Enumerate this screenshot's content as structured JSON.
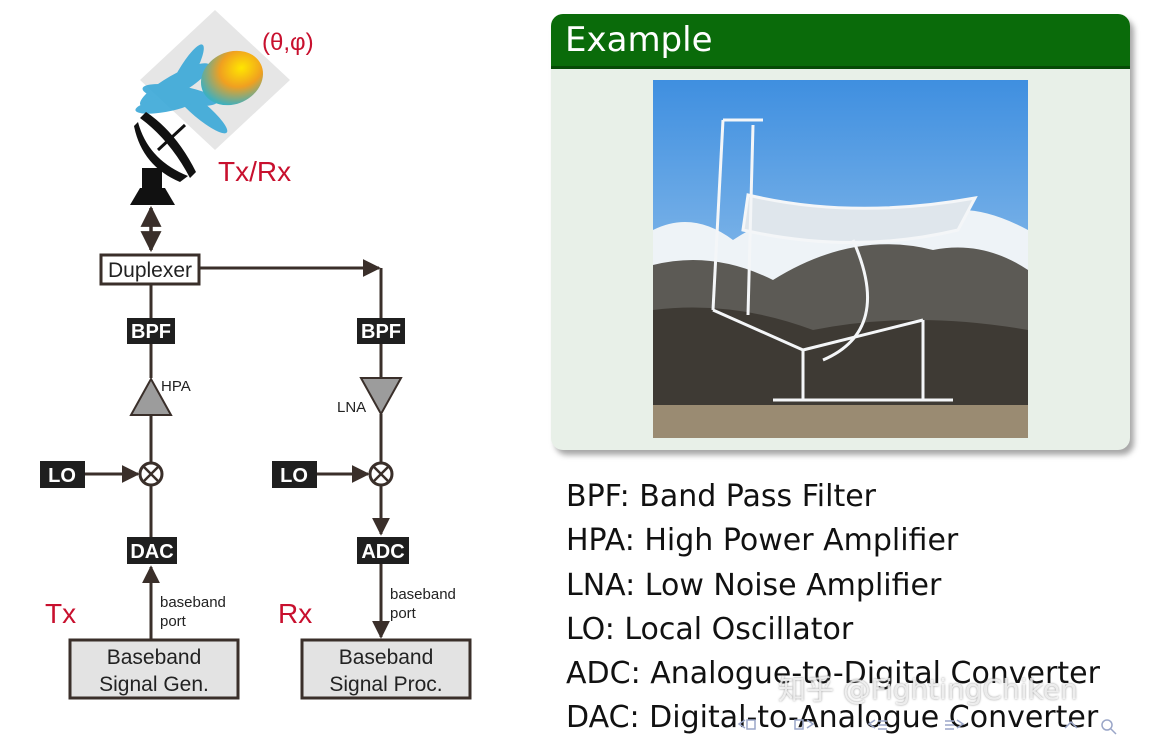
{
  "diagram": {
    "antenna_label": "Tx/Rx",
    "beam_label": "(θ,φ)",
    "duplexer": "Duplexer",
    "tx": {
      "bpf": "BPF",
      "amp": "HPA",
      "lo": "LO",
      "converter": "DAC",
      "port_line1": "baseband",
      "port_line2": "port",
      "side_label": "Tx",
      "box_line1": "Baseband",
      "box_line2": "Signal Gen."
    },
    "rx": {
      "bpf": "BPF",
      "amp": "LNA",
      "lo": "LO",
      "converter": "ADC",
      "port_line1": "baseband",
      "port_line2": "port",
      "side_label": "Rx",
      "box_line1": "Baseband",
      "box_line2": "Signal Proc."
    }
  },
  "example": {
    "title": "Example"
  },
  "glossary": [
    "BPF: Band Pass Filter",
    "HPA: High Power Amplifier",
    "LNA: Low Noise Amplifier",
    "LO: Local Oscillator",
    "ADC: Analogue-to-Digital Converter",
    "DAC: Digital-to-Analogue Converter"
  ],
  "watermark": "知乎 @FightingChiken"
}
